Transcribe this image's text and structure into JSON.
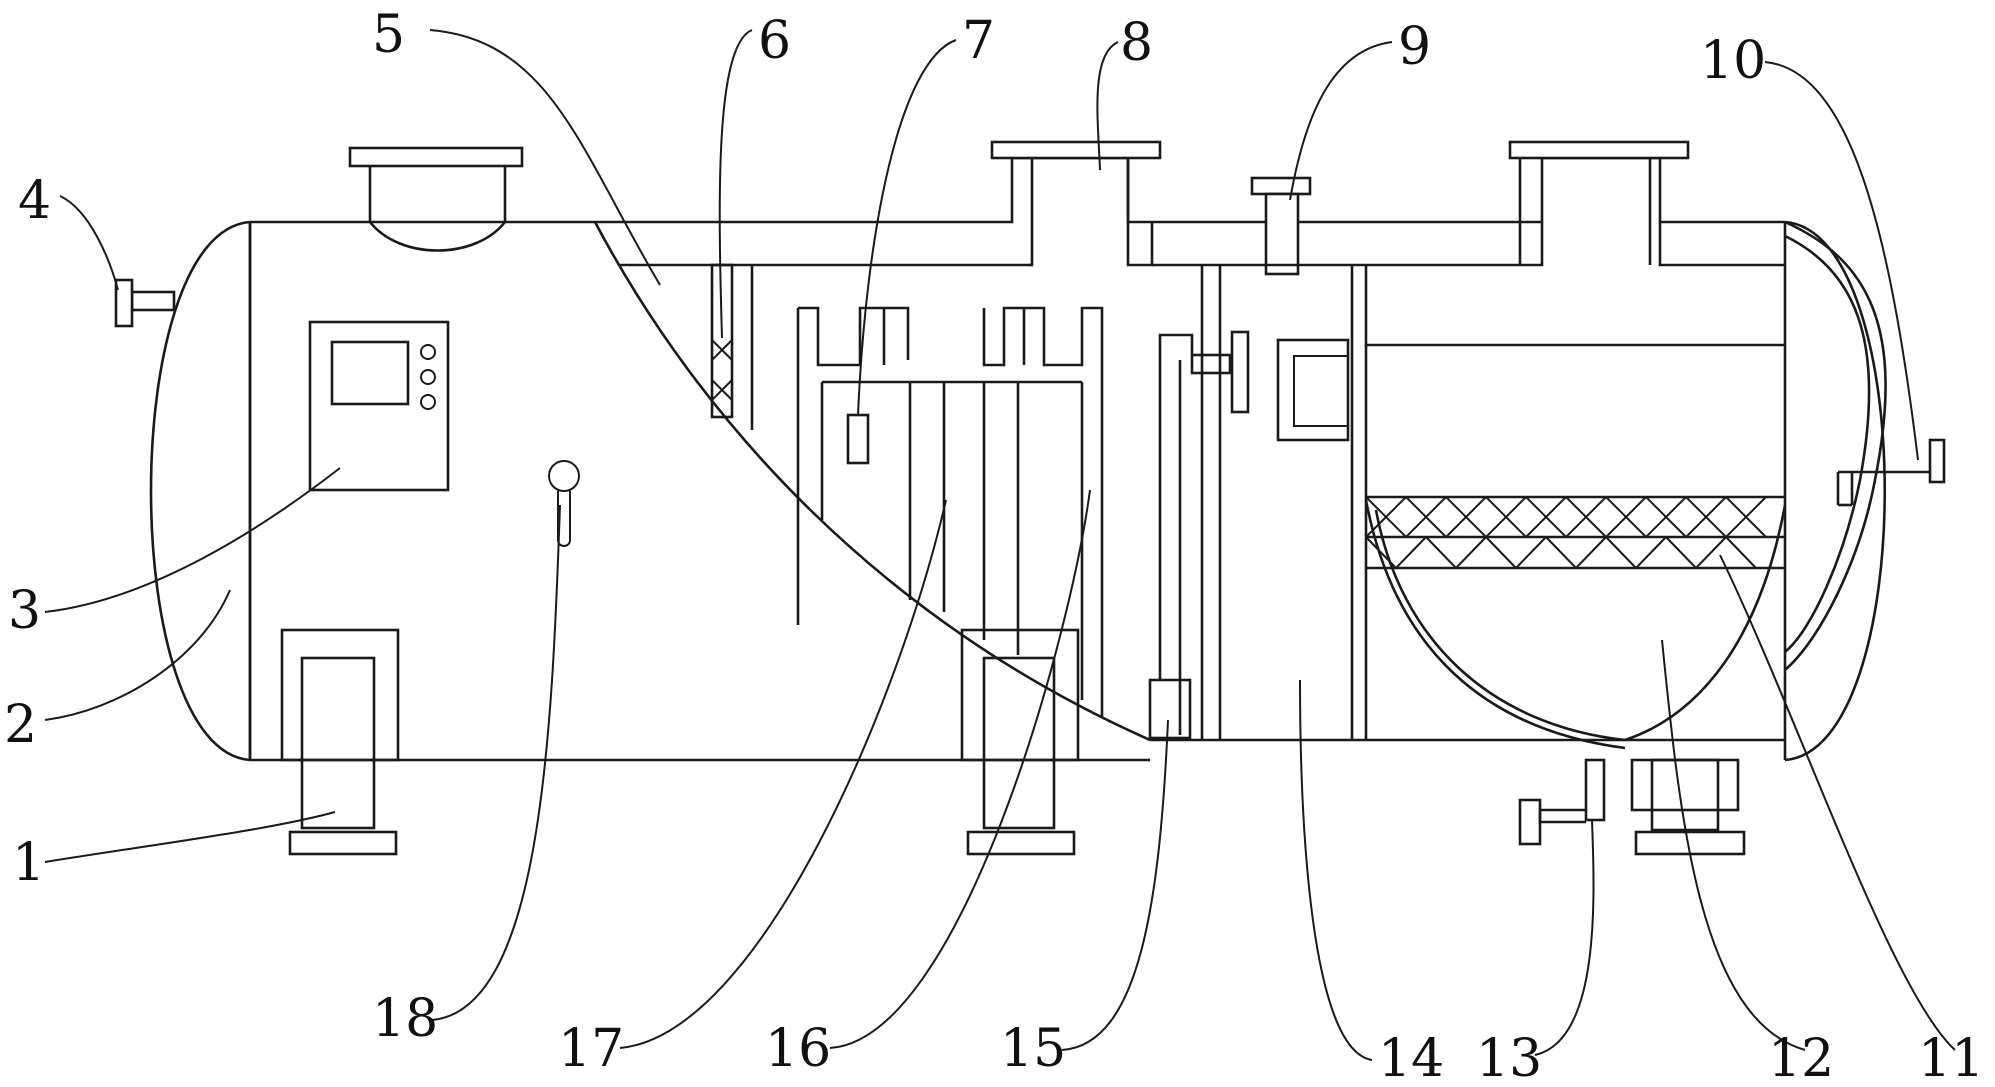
{
  "figure": {
    "type": "patent-drawing",
    "subject": "horizontal treatment tank, front elevation with partial cutaway",
    "callouts": [
      "1",
      "2",
      "3",
      "4",
      "5",
      "6",
      "7",
      "8",
      "9",
      "10",
      "11",
      "12",
      "13",
      "14",
      "15",
      "16",
      "17",
      "18"
    ]
  }
}
